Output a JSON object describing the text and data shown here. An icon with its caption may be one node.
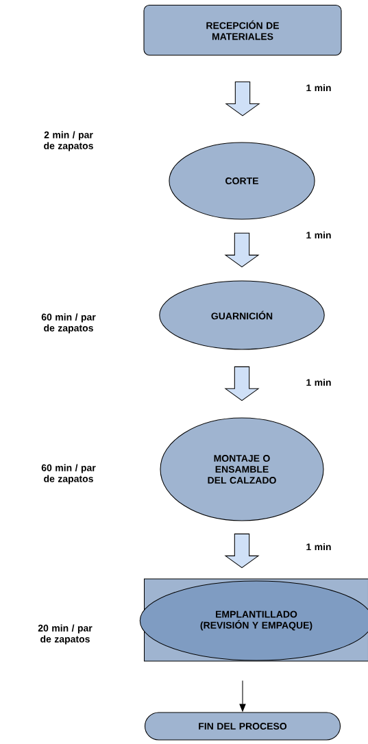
{
  "diagram": {
    "nodes": [
      {
        "text": [
          "RECEPCIÓN DE MATERIALES"
        ]
      },
      {
        "text": [
          "CORTE"
        ]
      },
      {
        "text": [
          "GUARNICIÓN"
        ]
      },
      {
        "text": [
          "MONTAJE O ENSAMBLE DEL CALZADO"
        ]
      },
      {
        "text": [],
        "shape": "box"
      },
      {
        "text": [
          "EMPLANTILLADO (REVISIÓN Y EMPAQUE)"
        ],
        "in": 4
      },
      {
        "text": [
          "FIN DEL PROCESO"
        ]
      }
    ],
    "edges": [
      {
        "from": 0,
        "to": 1,
        "arrow": "to",
        "style": "thick"
      },
      {
        "from": 1,
        "to": 2,
        "arrow": "to",
        "style": "thick"
      },
      {
        "from": 2,
        "to": 3,
        "arrow": "to",
        "style": "thick"
      },
      {
        "from": 3,
        "to": 5,
        "arrow": "to",
        "style": "thick"
      },
      {
        "from": 4,
        "to": 6,
        "arrow": "to"
      }
    ],
    "labels": [
      "1 min",
      "2 min / par de zapatos",
      "1 min",
      "60 min / par de zapatos",
      "1 min",
      "60 min / par de zapatos",
      "1 min",
      "20 min / par de zapatos"
    ]
  }
}
